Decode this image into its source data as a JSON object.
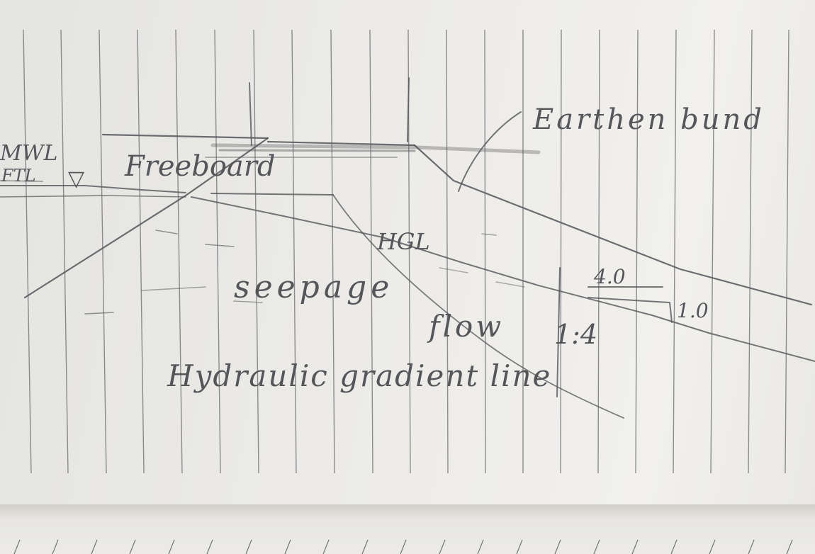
{
  "notebook": {
    "paper_color": "#ecebe7",
    "rule_color": "#6b6c70",
    "pencil_color": "#55565a"
  },
  "diagram": {
    "labels": {
      "water_level": "MWL",
      "ftl": "FTL",
      "water_symbol": "▽",
      "freeboard": "Freeboard",
      "earthen_bund": "Earthen bund",
      "hgl": "HGL",
      "seepage": "seepage",
      "flow": "flow",
      "ratio_side": "1:4",
      "slope_horizontal": "4.0",
      "slope_vertical": "1.0",
      "hydraulic_gradient_line": "Hydraulic gradient line"
    }
  }
}
